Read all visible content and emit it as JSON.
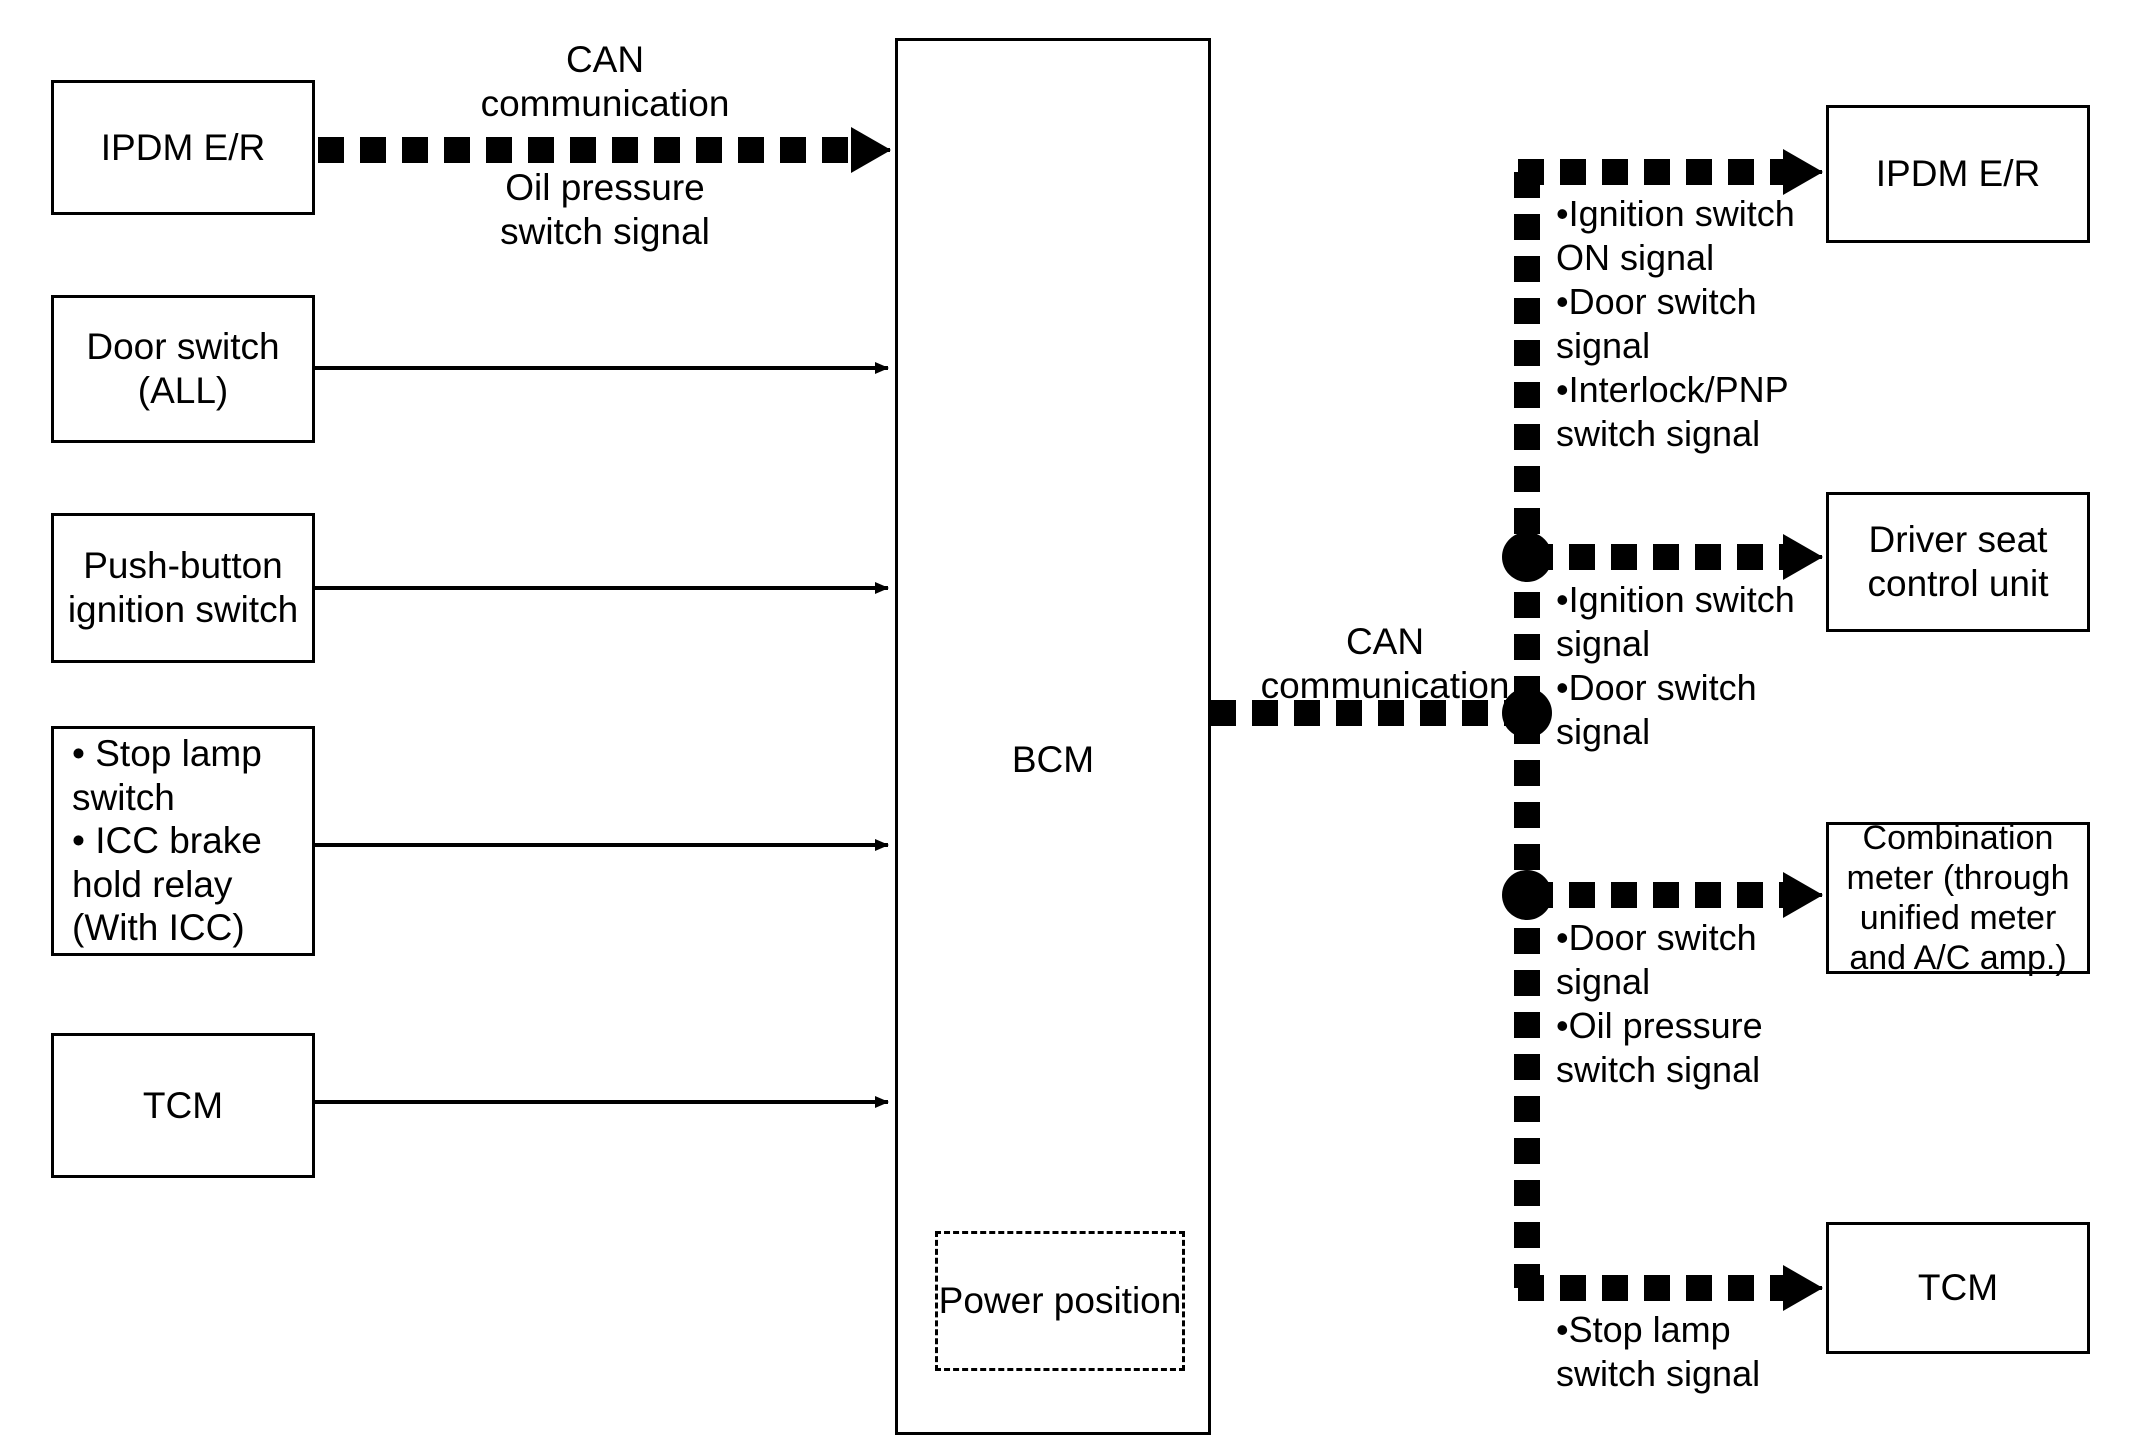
{
  "diagram": {
    "title": "BCM CAN communication system diagram",
    "colors": {
      "line": "#000000",
      "background": "#ffffff"
    },
    "inputs": [
      {
        "id": "ipdm-er-in",
        "label": "IPDM E/R"
      },
      {
        "id": "door-switch-all",
        "label": "Door switch\n(ALL)"
      },
      {
        "id": "push-button-ignition-switch",
        "label": "Push-button\nignition switch"
      },
      {
        "id": "stop-lamp-icc",
        "label": "• Stop lamp\n  switch\n• ICC brake\n  hold relay\n  (With ICC)"
      },
      {
        "id": "tcm-in",
        "label": "TCM"
      }
    ],
    "center": {
      "id": "bcm",
      "label": "BCM",
      "inner": {
        "id": "power-position",
        "label": "Power position"
      }
    },
    "outputs": [
      {
        "id": "ipdm-er-out",
        "label": "IPDM E/R"
      },
      {
        "id": "driver-seat-control-unit",
        "label": "Driver seat\ncontrol unit"
      },
      {
        "id": "combination-meter",
        "label": "Combination\nmeter (through\nunified meter\nand A/C amp.)"
      },
      {
        "id": "tcm-out",
        "label": "TCM"
      }
    ],
    "wire_labels": {
      "left_can": "CAN\ncommunication",
      "left_signal": "Oil pressure\nswitch signal",
      "right_can": "CAN\ncommunication"
    },
    "signal_lists": [
      {
        "id": "signals-ipdm-er",
        "text": "•Ignition switch\n ON signal\n•Door switch\n signal\n•Interlock/PNP\n switch signal"
      },
      {
        "id": "signals-driver-seat",
        "text": "•Ignition switch\n signal\n•Door switch\n signal"
      },
      {
        "id": "signals-combination-meter",
        "text": "•Door switch\n signal\n•Oil pressure\n switch signal"
      },
      {
        "id": "signals-tcm",
        "text": "•Stop lamp\n switch signal"
      }
    ]
  }
}
